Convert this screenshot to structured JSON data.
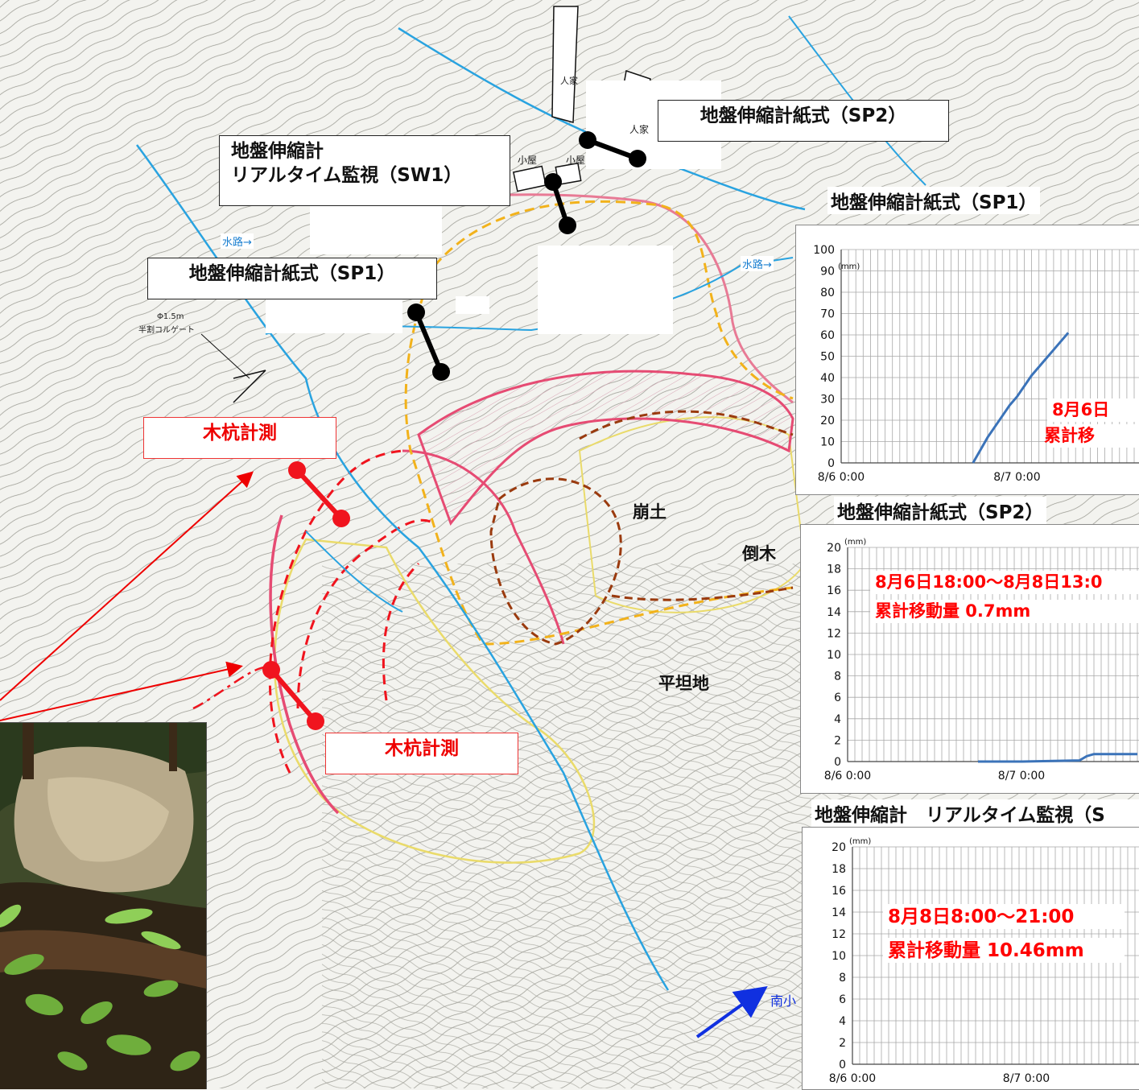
{
  "map_labels": {
    "house1": "人家",
    "house2": "人家",
    "hut1": "小屋",
    "hut2": "小屋",
    "waterway1": "水路→",
    "waterway2": "水路→",
    "culvert_line1": "Φ1.5m",
    "culvert_line2": "半割コルゲート",
    "collapse_soil": "崩土",
    "fallen_trees": "倒木",
    "flat_ground": "平坦地",
    "river": "南小"
  },
  "callouts": {
    "sp2_top": "地盤伸縮計紙式（SP2）",
    "sw1_line1": "地盤伸縮計",
    "sw1_line2": "リアルタイム監視（SW1）",
    "sp1_left": "地盤伸縮計紙式（SP1）",
    "sp1_right": "地盤伸縮計紙式（SP1）",
    "stake1": "木杭計測",
    "stake2": "木杭計測",
    "sp2_chart_title": "地盤伸縮計紙式（SP2）",
    "sw1_chart_title": "地盤伸縮計　リアルタイム監視（S"
  },
  "colors": {
    "water": "#29a3e0",
    "stake": "#f0141e",
    "scarp": "#e64b73",
    "orange_dash": "#f2b21b",
    "brown_dash": "#9a3a0e"
  },
  "chart_data": [
    {
      "type": "line",
      "name_hint": "SP1",
      "unit": "(mm)",
      "ylim": [
        0,
        100
      ],
      "yticks": [
        0,
        10,
        20,
        30,
        40,
        50,
        60,
        70,
        80,
        90,
        100
      ],
      "x_tick_labels": [
        "8/6 0:00",
        "8/7 0:00"
      ],
      "x_hours": [
        0,
        24
      ],
      "series": [
        {
          "x": [
            18,
            19,
            20,
            21,
            22,
            23,
            24,
            25,
            26,
            27,
            28,
            29,
            30,
            31
          ],
          "y": [
            0,
            6,
            12,
            17,
            22,
            27,
            31,
            36,
            41,
            45,
            49,
            53,
            57,
            61
          ]
        }
      ],
      "annotation": [
        "8月6日",
        "累計移"
      ],
      "grid": true
    },
    {
      "type": "line",
      "name_hint": "SP2",
      "unit": "(mm)",
      "ylim": [
        0,
        20
      ],
      "yticks": [
        0,
        2,
        4,
        6,
        8,
        10,
        12,
        14,
        16,
        18,
        20
      ],
      "x_tick_labels": [
        "8/6 0:00",
        "8/7 0:00"
      ],
      "x_hours": [
        0,
        24
      ],
      "series": [
        {
          "x": [
            18,
            24,
            32,
            33,
            34,
            40
          ],
          "y": [
            0,
            0,
            0.1,
            0.5,
            0.7,
            0.7
          ]
        }
      ],
      "annotation": [
        "8月6日18:00〜8月8日13:0",
        "累計移動量  0.7mm"
      ],
      "grid": true
    },
    {
      "type": "line",
      "name_hint": "SW1",
      "unit": "(mm)",
      "ylim": [
        0,
        20
      ],
      "yticks": [
        0,
        2,
        4,
        6,
        8,
        10,
        12,
        14,
        16,
        18,
        20
      ],
      "x_tick_labels": [
        "8/6 0:00",
        "8/7 0:00"
      ],
      "x_hours": [
        0,
        24
      ],
      "series": [],
      "annotation": [
        "8月8日8:00〜21:00",
        "累計移動量  10.46mm"
      ],
      "grid": true
    }
  ]
}
